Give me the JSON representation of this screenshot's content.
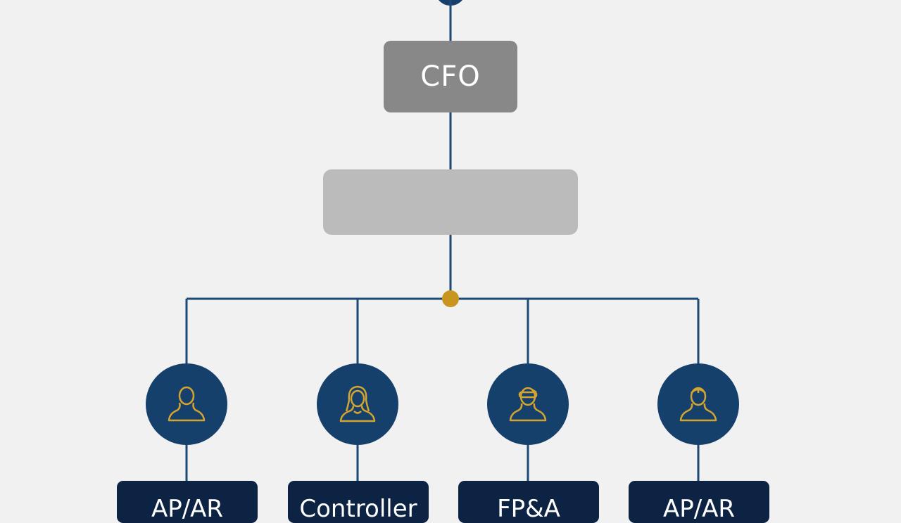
{
  "colors": {
    "background": "#f1f1f1",
    "line": "#1b4a76",
    "avatar_fill": "#16406c",
    "icon_stroke": "#d4a42e",
    "junction_dot": "#c8961f",
    "cfo_box": "#888888",
    "empty_box": "#bbbbbb",
    "label_box": "#0d2344"
  },
  "chart": {
    "top_node_label": "CFO",
    "middle_node_label": "",
    "team": [
      {
        "label": "AP/AR",
        "icon": "person-icon"
      },
      {
        "label": "Controller",
        "icon": "person-woman-icon"
      },
      {
        "label": "FP&A",
        "icon": "person-visor-icon"
      },
      {
        "label": "AP/AR",
        "icon": "person-cap-icon"
      }
    ]
  }
}
